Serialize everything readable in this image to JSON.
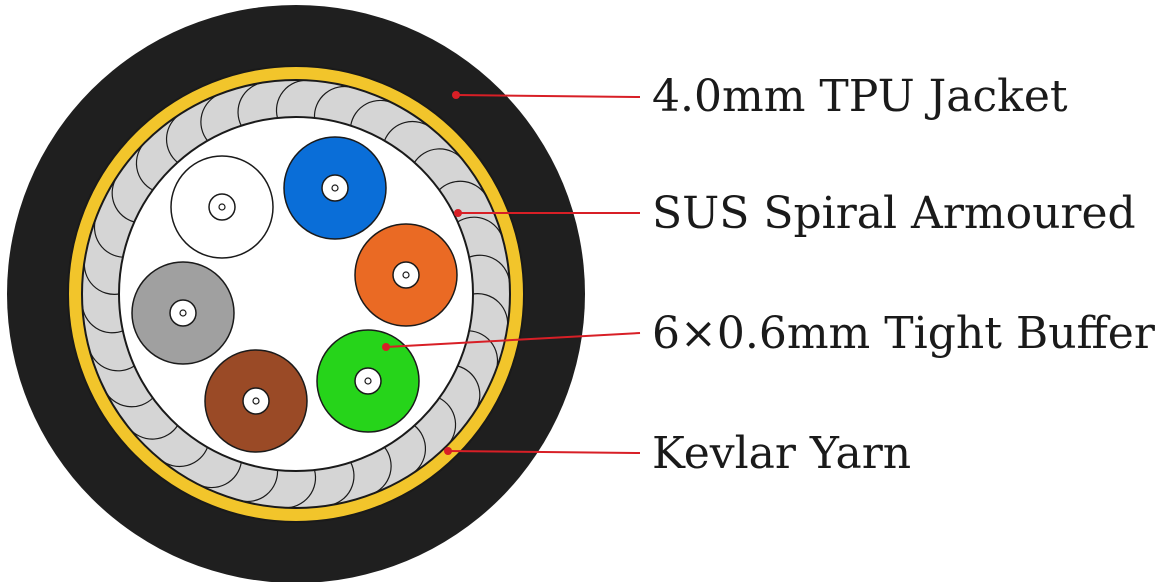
{
  "colors": {
    "jacket": "#1f1f1f",
    "kevlar": "#f2c52b",
    "armour": "#d5d5d5",
    "core": "#ffffff",
    "leader": "#d81f26",
    "outline": "#1a1a1a"
  },
  "labels": {
    "jacket": "4.0mm TPU Jacket",
    "armour": "SUS Spiral Armoured",
    "buffer": "6×0.6mm Tight Buffer",
    "kevlar": "Kevlar Yarn"
  },
  "fibers": [
    {
      "name": "white",
      "color": "#ffffff"
    },
    {
      "name": "blue",
      "color": "#0a6ed8"
    },
    {
      "name": "orange",
      "color": "#ea6a24"
    },
    {
      "name": "green",
      "color": "#26d41a"
    },
    {
      "name": "brown",
      "color": "#9a4a26"
    },
    {
      "name": "gray",
      "color": "#a0a0a0"
    }
  ]
}
